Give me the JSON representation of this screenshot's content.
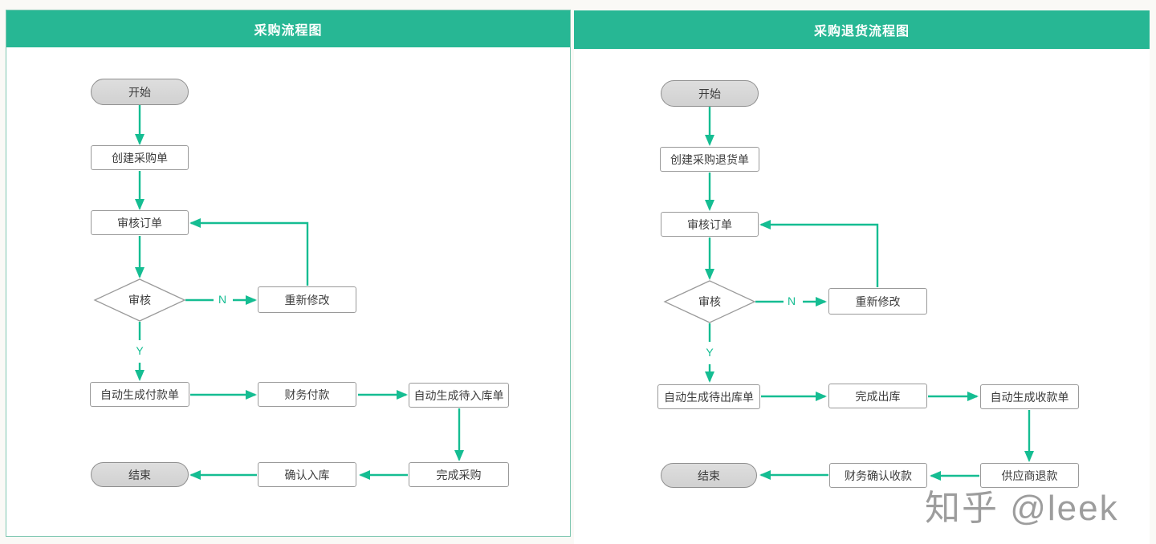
{
  "page": {
    "watermark": "知乎 @leek"
  },
  "colors": {
    "page_bg": "#faf9f6",
    "header": "#27b794",
    "arrow": "#15bd92",
    "node_border": "#9a9a9a",
    "panel_border": "#7ec7b1",
    "text": "#3c3c3c",
    "watermark": "#9d9d9d"
  },
  "charts": [
    {
      "title": "采购流程图",
      "nodes": {
        "start": "开始",
        "create_order": "创建采购单",
        "review_order": "审核订单",
        "decision": "审核",
        "modify": "重新修改",
        "auto_payment": "自动生成付款单",
        "finance_payment": "财务付款",
        "auto_inbound": "自动生成待入库单",
        "complete_purchase": "完成采购",
        "confirm_inbound": "确认入库",
        "end": "结束"
      },
      "branch_labels": {
        "no": "N",
        "yes": "Y"
      }
    },
    {
      "title": "采购退货流程图",
      "nodes": {
        "start": "开始",
        "create_return": "创建采购退货单",
        "review_order": "审核订单",
        "decision": "审核",
        "modify": "重新修改",
        "auto_outbound": "自动生成待出库单",
        "complete_outbound": "完成出库",
        "auto_receipt": "自动生成收款单",
        "supplier_refund": "供应商退款",
        "finance_confirm": "财务确认收款",
        "end": "结束"
      },
      "branch_labels": {
        "no": "N",
        "yes": "Y"
      }
    }
  ]
}
